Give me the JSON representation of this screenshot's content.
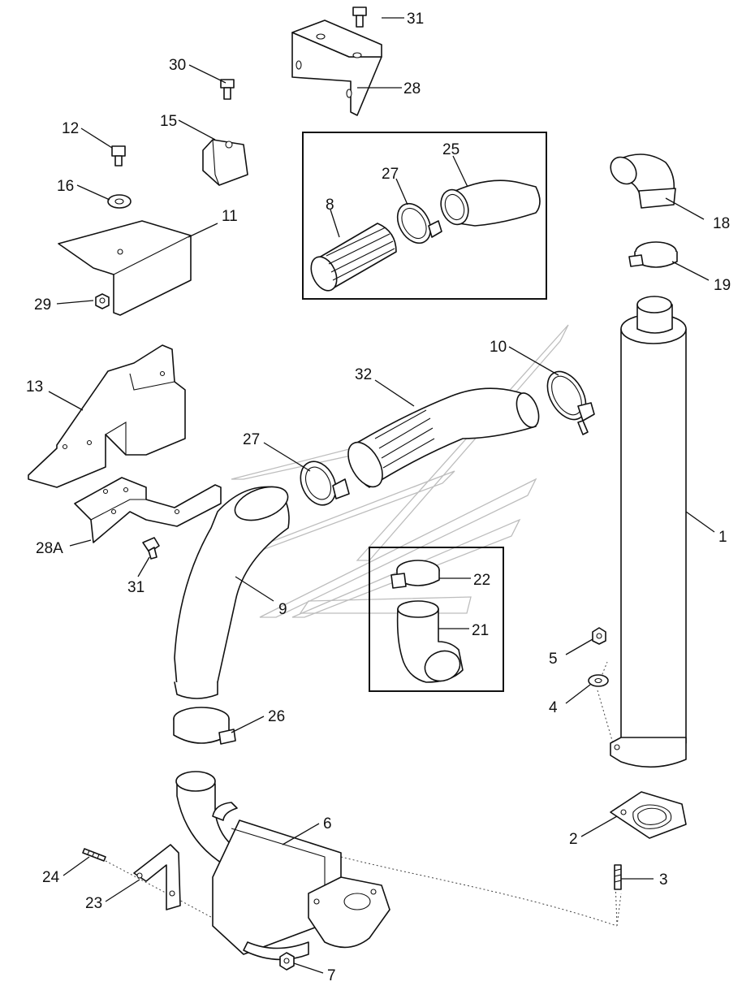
{
  "diagram": {
    "type": "exploded parts diagram",
    "callouts": {
      "c1": "1",
      "c2": "2",
      "c3": "3",
      "c4": "4",
      "c5": "5",
      "c6": "6",
      "c7": "7",
      "c8": "8",
      "c9": "9",
      "c10": "10",
      "c11": "11",
      "c12": "12",
      "c13": "13",
      "c15": "15",
      "c16": "16",
      "c18": "18",
      "c19": "19",
      "c21": "21",
      "c22": "22",
      "c23": "23",
      "c24": "24",
      "c25": "25",
      "c26": "26",
      "c27a": "27",
      "c27b": "27",
      "c28": "28",
      "c28a": "28A",
      "c29": "29",
      "c30": "30",
      "c31a": "31",
      "c31b": "31",
      "c32": "32"
    }
  }
}
